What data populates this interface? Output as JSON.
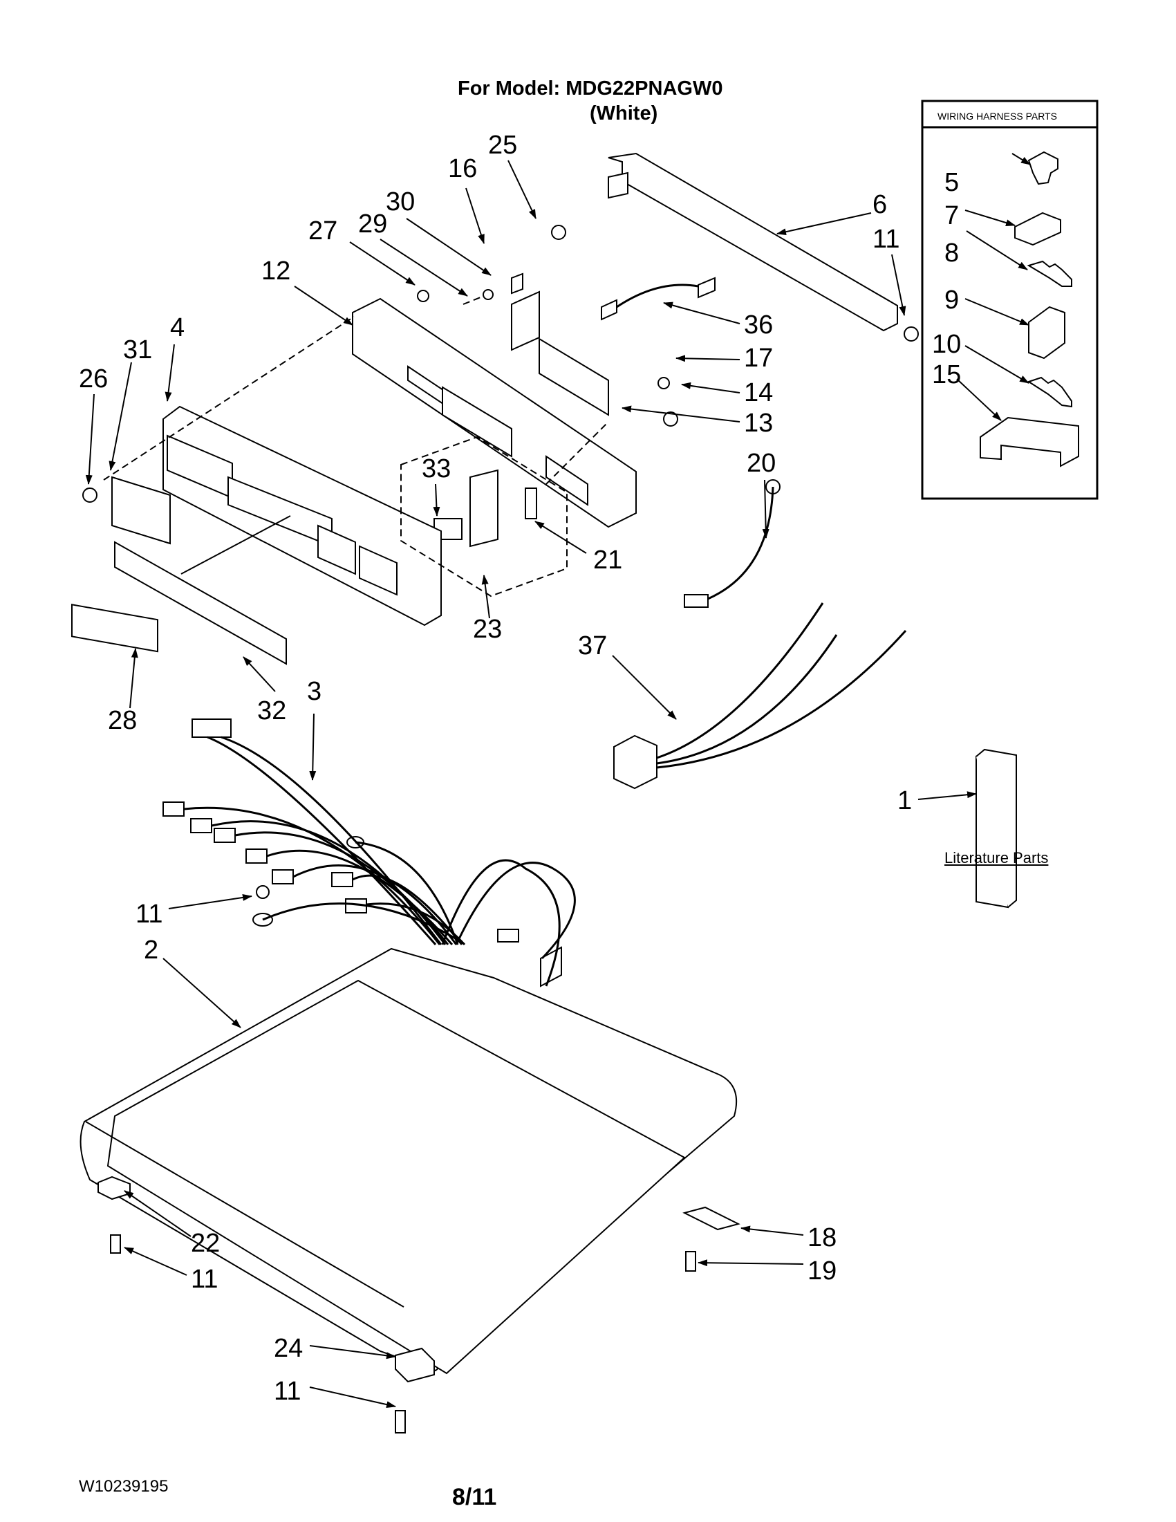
{
  "header": {
    "model_line": "For Model: MDG22PNAGW0",
    "color_line": "(White)"
  },
  "wiring_box": {
    "title": "WIRING HARNESS PARTS"
  },
  "literature": {
    "caption": "Literature Parts"
  },
  "footer": {
    "doc_number": "W10239195",
    "page": "8/11"
  },
  "callouts": {
    "c25": "25",
    "c16": "16",
    "c30": "30",
    "c29": "29",
    "c27": "27",
    "c12": "12",
    "c31": "31",
    "c4": "4",
    "c26": "26",
    "c6": "6",
    "c11_top": "11",
    "c36": "36",
    "c17": "17",
    "c14": "14",
    "c13": "13",
    "c20": "20",
    "c33": "33",
    "c21": "21",
    "c23": "23",
    "c37": "37",
    "c28": "28",
    "c32": "32",
    "c3": "3",
    "c1": "1",
    "c11_mid": "11",
    "c2": "2",
    "c18": "18",
    "c19": "19",
    "c22": "22",
    "c11_left": "11",
    "c24": "24",
    "c11_bot": "11",
    "w5": "5",
    "w7": "7",
    "w8": "8",
    "w9": "9",
    "w10": "10",
    "w15": "15"
  },
  "icons": [
    "arrow-icon",
    "connector-icon",
    "screw-icon",
    "panel-icon",
    "wire-harness-icon",
    "manual-icon"
  ]
}
